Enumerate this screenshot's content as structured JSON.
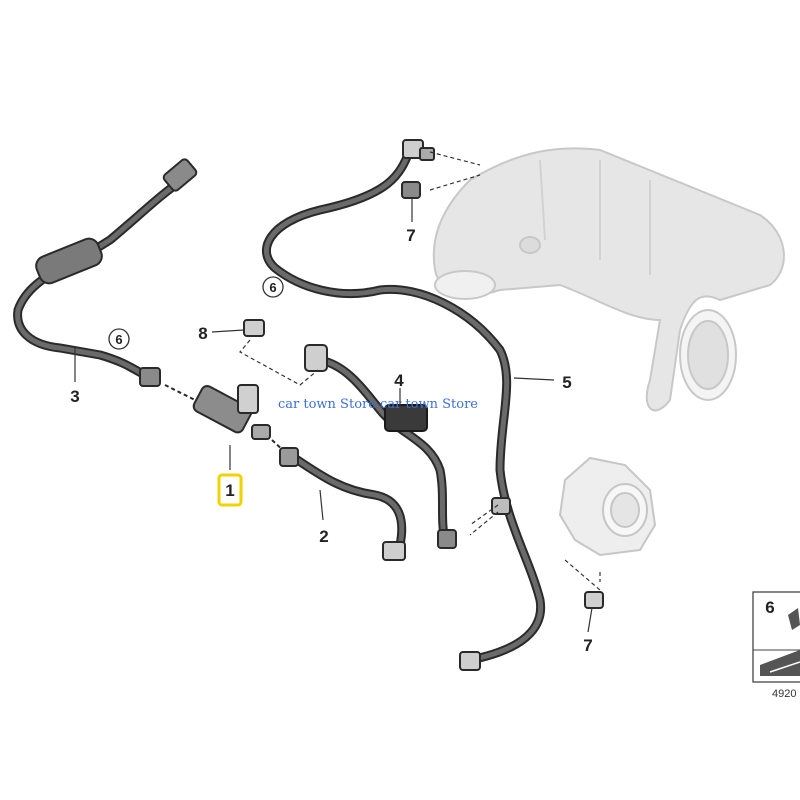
{
  "diagram": {
    "callouts": {
      "part_1": "1",
      "part_2": "2",
      "part_3": "3",
      "part_4": "4",
      "part_5": "5",
      "part_6_left": "6",
      "part_6_upper": "6",
      "part_7_upper": "7",
      "part_7_lower": "7",
      "part_8": "8"
    },
    "legend": {
      "label": "6",
      "doc_number": "4920"
    },
    "watermark": "car town Store car town Store",
    "colors": {
      "hose": "#5a5a5a",
      "hose_outline": "#2a2a2a",
      "housing": "#d9d9d9",
      "highlight": "#f2d200"
    }
  }
}
